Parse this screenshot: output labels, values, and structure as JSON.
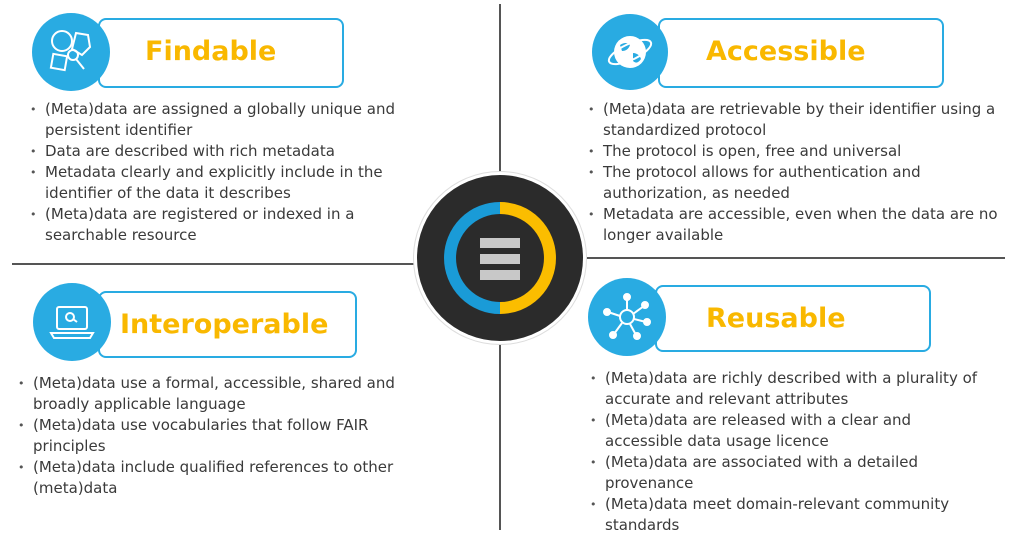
{
  "quadrants": [
    {
      "title": "Findable",
      "icon": "search-shapes-icon",
      "items": [
        "(Meta)data are assigned a globally unique and persistent identifier",
        "Data are described with rich metadata",
        "Metadata clearly and explicitly include in the identifier of the data it describes",
        "(Meta)data are registered or indexed in a searchable resource"
      ]
    },
    {
      "title": "Accessible",
      "icon": "globe-icon",
      "items": [
        "(Meta)data are retrievable by their identifier using a standardized protocol",
        "The protocol is open, free and universal",
        "The protocol allows for authentication and authorization, as needed",
        "Metadata are accessible, even when the data are no longer available"
      ]
    },
    {
      "title": "Interoperable",
      "icon": "laptop-icon",
      "items": [
        "(Meta)data use a formal, accessible, shared and broadly applicable language",
        "(Meta)data use vocabularies that follow FAIR principles",
        "(Meta)data include qualified references to other (meta)data"
      ]
    },
    {
      "title": "Reusable",
      "icon": "network-icon",
      "items": [
        "(Meta)data are richly described with a plurality of accurate and relevant attributes",
        "(Meta)data are released with a clear and accessible data usage licence",
        "(Meta)data are associated with a detailed provenance",
        "(Meta)data meet domain-relevant community standards"
      ]
    }
  ],
  "colors": {
    "accent": "#29abe2",
    "title": "#f9b800",
    "center": "#2b2b2b"
  }
}
